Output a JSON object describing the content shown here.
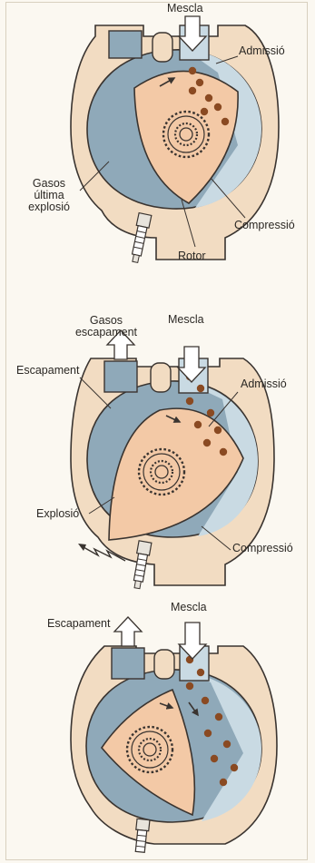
{
  "panel_1": {
    "mescla": "Mescla",
    "admissio": "Admissió",
    "gasos_ultima_explosio": [
      "Gasos",
      "última",
      "explosió"
    ],
    "compressio": "Compressió",
    "rotor": "Rotor"
  },
  "panel_2": {
    "gasos_escapament": [
      "Gasos",
      "escapament"
    ],
    "mescla": "Mescla",
    "escapament": "Escapament",
    "admissio": "Admissió",
    "explosio": "Explosió",
    "compressio": "Compressió"
  },
  "panel_3": {
    "mescla": "Mescla",
    "escapament": "Escapament"
  },
  "colors": {
    "housing": "#f2dcc2",
    "outline": "#3a3430",
    "chamber_blue": "#8fa9b9",
    "intake_blue": "#c9dae3",
    "rotor": "#f3c9a6",
    "fuel_drops": "#8a4a22"
  }
}
